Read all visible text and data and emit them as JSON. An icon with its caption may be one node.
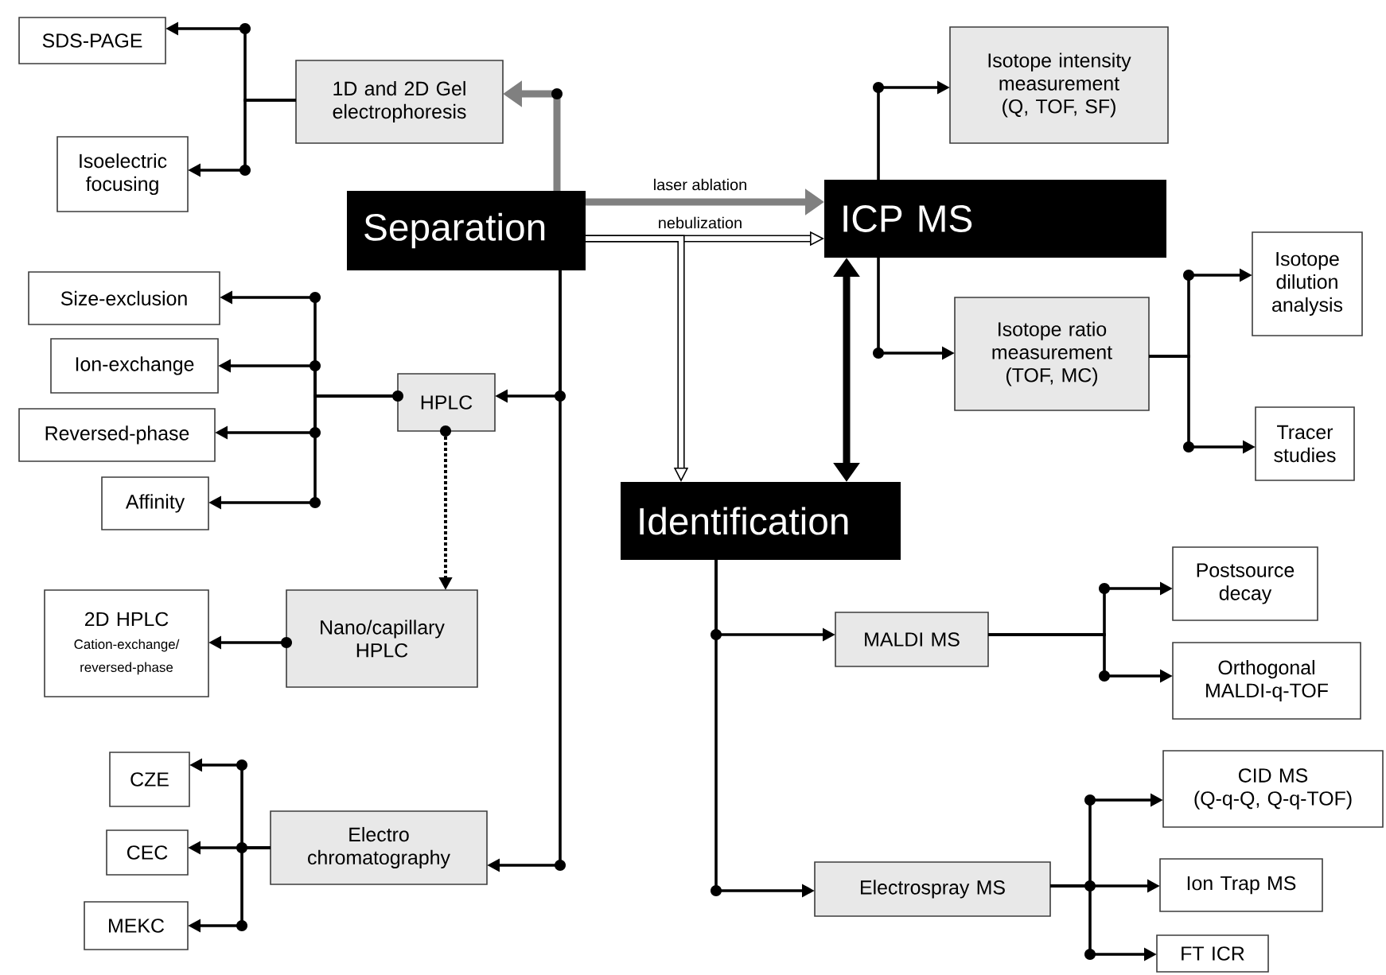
{
  "diagram": {
    "nodes": [
      {
        "text": [
          "SDS-PAGE"
        ]
      },
      {
        "text": [
          "1D and 2D Gel electrophoresis"
        ]
      },
      {
        "text": [
          "Isoelectric focusing"
        ]
      },
      {
        "text": [
          "Separation"
        ]
      },
      {
        "text": [
          "ICP MS"
        ]
      },
      {
        "text": [
          "Isotope intensity measurement (Q, TOF, SF)"
        ]
      },
      {
        "text": [
          "Size-exclusion"
        ]
      },
      {
        "text": [
          "Ion-exchange"
        ]
      },
      {
        "text": [
          "Reversed-phase"
        ]
      },
      {
        "text": [
          "HPLC"
        ]
      },
      {
        "text": [
          "Affinity"
        ]
      },
      {
        "text": [
          "Isotope ratio measurement (TOF, MC)"
        ]
      },
      {
        "text": [
          "Isotope dilution analysis"
        ]
      },
      {
        "text": [
          "Tracer studies"
        ]
      },
      {
        "text": [
          "Identification"
        ]
      },
      {
        "text": [
          "2D HPLC",
          "Cation-exchange/ reversed-phase"
        ]
      },
      {
        "text": [
          "Nano/capillary HPLC"
        ]
      },
      {
        "text": [
          "MALDI MS"
        ]
      },
      {
        "text": [
          "Postsource decay"
        ]
      },
      {
        "text": [
          "Orthogonal MALDI-q-TOF"
        ]
      },
      {
        "text": [
          "CZE"
        ]
      },
      {
        "text": [
          "CEC"
        ]
      },
      {
        "text": [
          "Electro chromatography"
        ]
      },
      {
        "text": [
          "MEKC"
        ]
      },
      {
        "text": [
          "CID MS (Q-q-Q, Q-q-TOF)"
        ]
      },
      {
        "text": [
          "Electrospray MS"
        ]
      },
      {
        "text": [
          "Ion Trap MS"
        ]
      },
      {
        "text": [
          "FT ICR"
        ]
      }
    ],
    "edges": [
      {
        "from": 3,
        "to": 1,
        "arrow": "to",
        "style": "thick",
        "color": "#808080"
      },
      {
        "from": 1,
        "to": 0,
        "arrow": "to"
      },
      {
        "from": 1,
        "to": 2,
        "arrow": "to"
      },
      {
        "from": 3,
        "to": 4,
        "arrow": "to",
        "label": "laser ablation",
        "style": "thick",
        "color": "#808080"
      },
      {
        "from": 3,
        "to": 4,
        "arrow": "to",
        "label": "nebulization",
        "style": "thick"
      },
      {
        "from": 3,
        "to": 14,
        "arrow": "to",
        "style": "thick"
      },
      {
        "from": 3,
        "to": 9,
        "arrow": "to"
      },
      {
        "from": 3,
        "to": 22,
        "arrow": "to"
      },
      {
        "from": 9,
        "to": 6,
        "arrow": "to"
      },
      {
        "from": 9,
        "to": 7,
        "arrow": "to"
      },
      {
        "from": 9,
        "to": 8,
        "arrow": "to"
      },
      {
        "from": 9,
        "to": 10,
        "arrow": "to"
      },
      {
        "from": 9,
        "to": 16,
        "arrow": "to",
        "style": "dashed"
      },
      {
        "from": 16,
        "to": 15,
        "arrow": "to"
      },
      {
        "from": 22,
        "to": 20,
        "arrow": "to"
      },
      {
        "from": 22,
        "to": 21,
        "arrow": "to"
      },
      {
        "from": 22,
        "to": 23,
        "arrow": "to"
      },
      {
        "from": 4,
        "to": 5,
        "arrow": "to"
      },
      {
        "from": 4,
        "to": 11,
        "arrow": "to"
      },
      {
        "from": 4,
        "to": 14,
        "arrow": "both",
        "style": "thick"
      },
      {
        "from": 11,
        "to": 12,
        "arrow": "to"
      },
      {
        "from": 11,
        "to": 13,
        "arrow": "to"
      },
      {
        "from": 14,
        "to": 17,
        "arrow": "to"
      },
      {
        "from": 14,
        "to": 25,
        "arrow": "to"
      },
      {
        "from": 17,
        "to": 18,
        "arrow": "to"
      },
      {
        "from": 17,
        "to": 19,
        "arrow": "to"
      },
      {
        "from": 25,
        "to": 24,
        "arrow": "to"
      },
      {
        "from": 25,
        "to": 26,
        "arrow": "to"
      },
      {
        "from": 25,
        "to": 27,
        "arrow": "to"
      }
    ]
  }
}
